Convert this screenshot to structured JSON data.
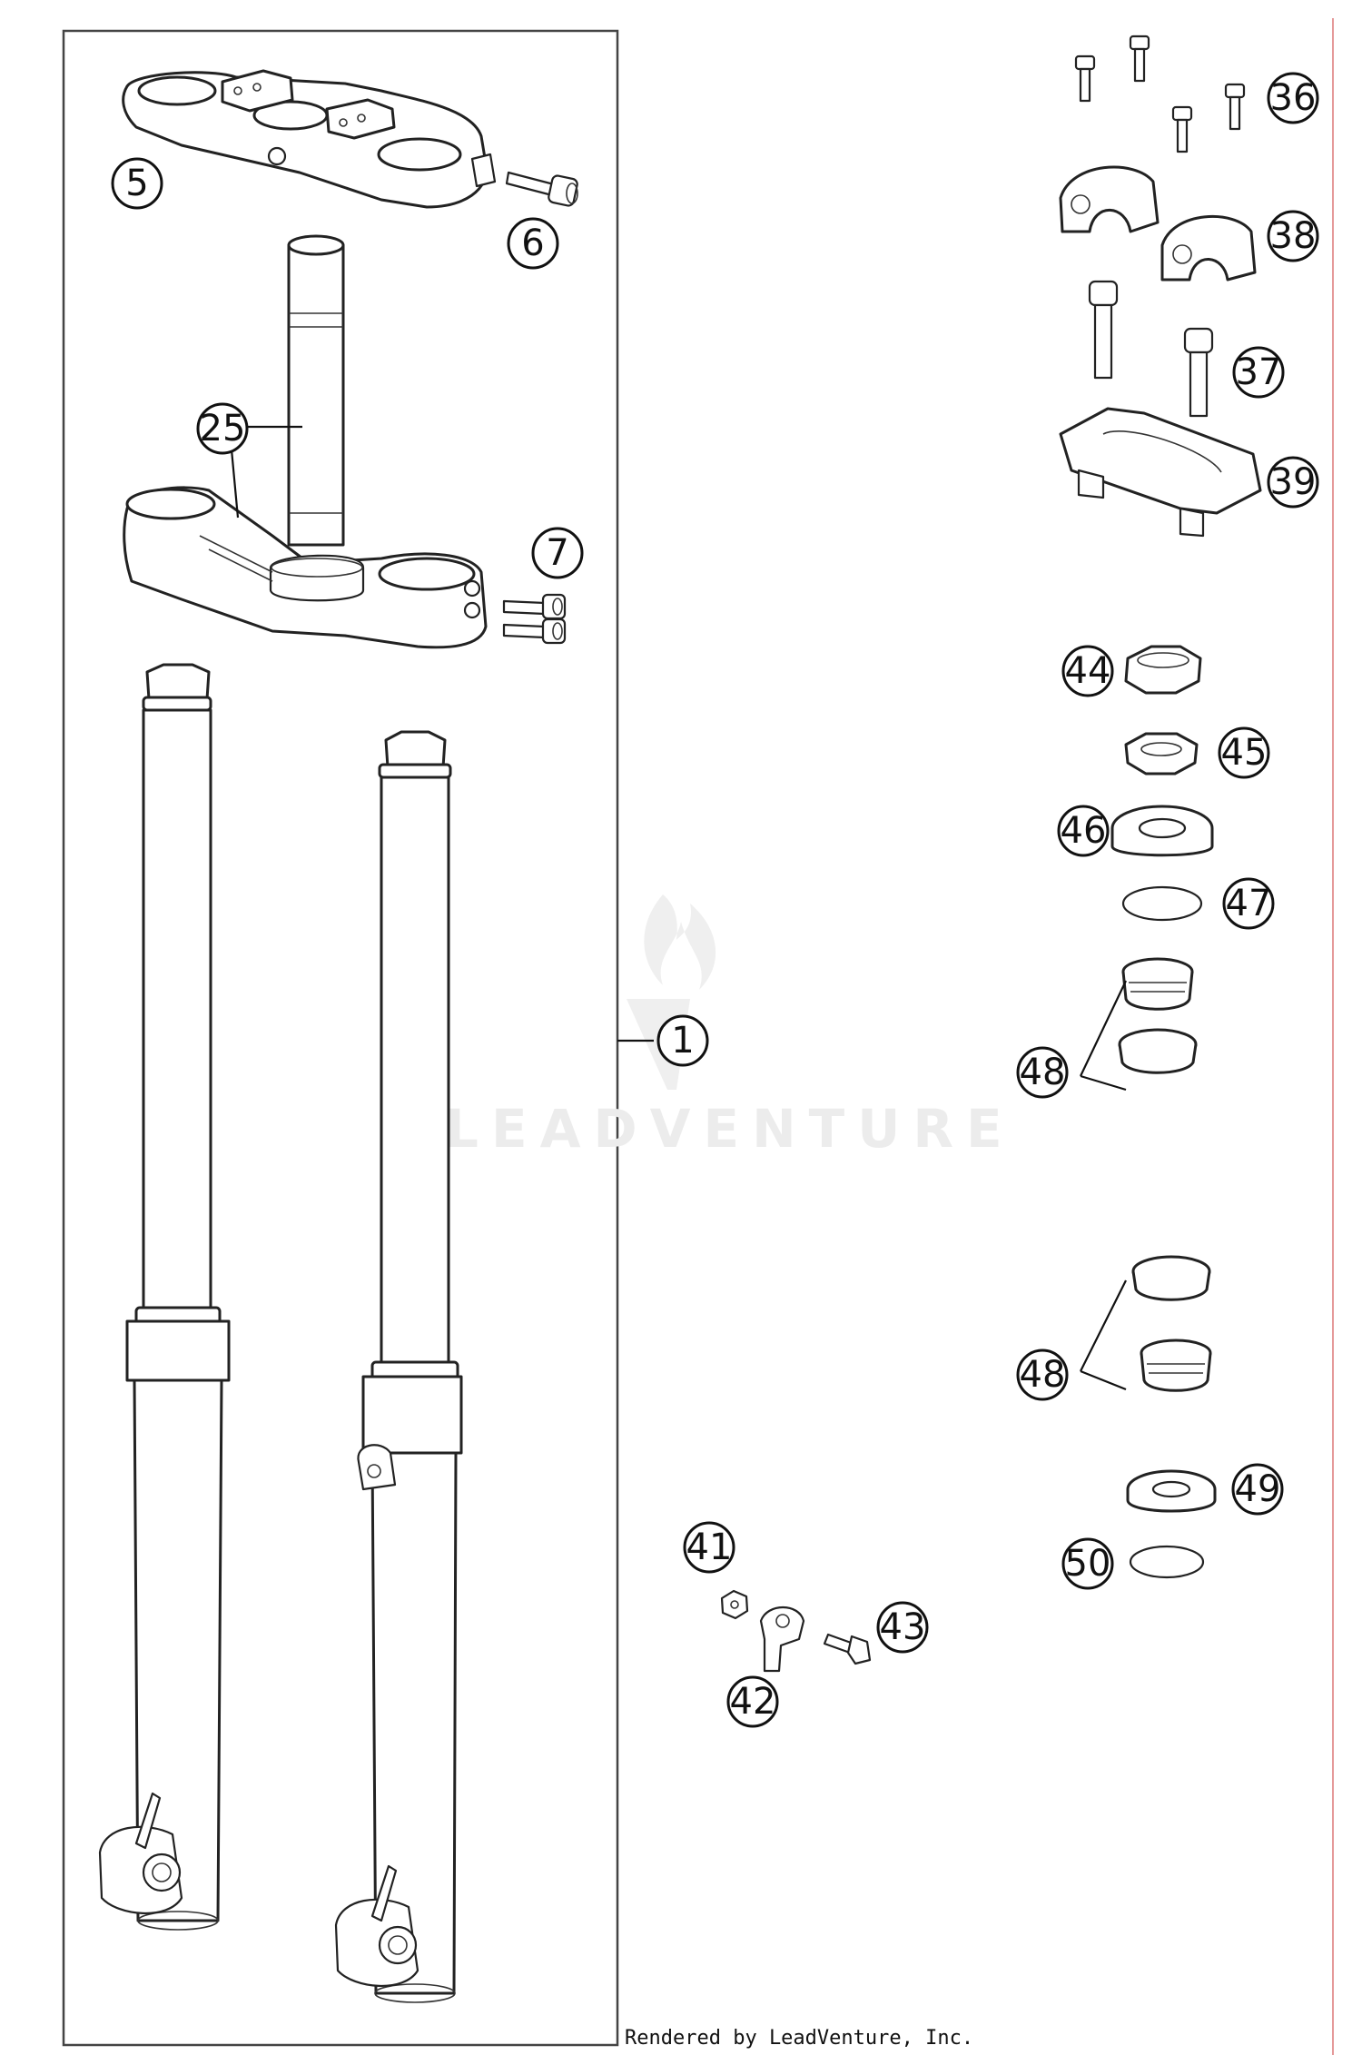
{
  "watermark": {
    "text": "LEADVENTURE"
  },
  "credit": "Rendered by LeadVenture, Inc.",
  "callouts": {
    "c1": "1",
    "c5": "5",
    "c6": "6",
    "c7": "7",
    "c25": "25",
    "c36": "36",
    "c37": "37",
    "c38": "38",
    "c39": "39",
    "c41": "41",
    "c42": "42",
    "c43": "43",
    "c44": "44",
    "c45": "45",
    "c46": "46",
    "c47": "47",
    "c48a": "48",
    "c48b": "48",
    "c49": "49",
    "c50": "50"
  }
}
